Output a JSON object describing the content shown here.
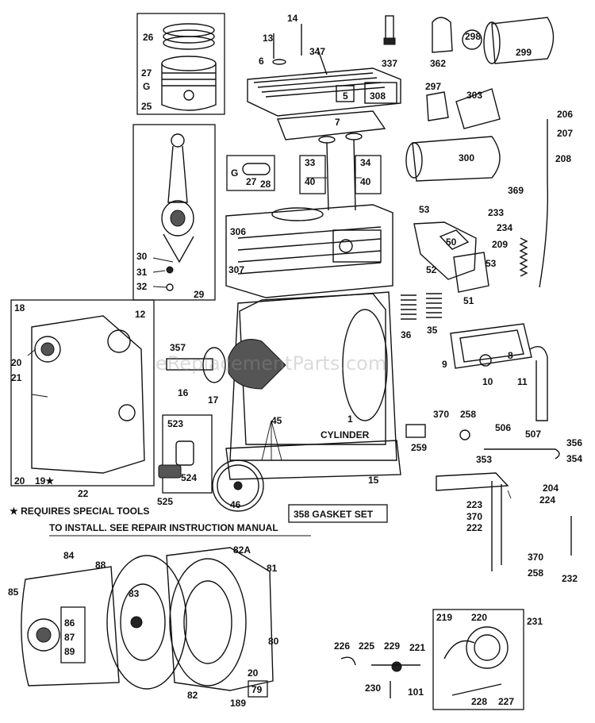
{
  "diagram": {
    "watermark": "eReplacementParts.com",
    "note_line1": "★ REQUIRES SPECIAL TOOLS",
    "note_line2": "TO INSTALL. SEE REPAIR INSTRUCTION MANUAL",
    "cylinder_label_num": "1",
    "cylinder_label_text": "CYLINDER",
    "gasket_set_label": "358 GASKET SET",
    "labels": {
      "p26": "26",
      "p27": "27",
      "pG1": "G",
      "p25": "25",
      "p14": "14",
      "p13": "13",
      "p347": "347",
      "p6": "6",
      "p337": "337",
      "p362": "362",
      "p298": "298",
      "p299": "299",
      "p5": "5",
      "p308": "308",
      "p7": "7",
      "p297": "297",
      "p303": "303",
      "p206": "206",
      "p207": "207",
      "p300": "300",
      "p208": "208",
      "pG2": "G",
      "p27b": "27",
      "p28": "28",
      "p33": "33",
      "p34": "34",
      "p40a": "40",
      "p40b": "40",
      "p369": "369",
      "p306": "306",
      "p307": "307",
      "p53a": "53",
      "p233": "233",
      "p234": "234",
      "p50": "50",
      "p209": "209",
      "p53b": "53",
      "p52": "52",
      "p51": "51",
      "p30": "30",
      "p31": "31",
      "p32": "32",
      "p29": "29",
      "p18": "18",
      "p12": "12",
      "p36": "36",
      "p35": "35",
      "p357": "357",
      "p20a": "20",
      "p21": "21",
      "p16": "16",
      "p17": "17",
      "p9": "9",
      "p8": "8",
      "p10": "10",
      "p11": "11",
      "p523": "523",
      "p524": "524",
      "p525": "525",
      "p370a": "370",
      "p258a": "258",
      "p259": "259",
      "p45": "45",
      "p506": "506",
      "p507": "507",
      "p356": "356",
      "p353": "353",
      "p354": "354",
      "p20b": "20",
      "p19": "19★",
      "p22": "22",
      "p15": "15",
      "p46": "46",
      "p204": "204",
      "p224": "224",
      "p223": "223",
      "p370b": "370",
      "p222": "222",
      "p84": "84",
      "p88": "88",
      "p82A": "82A",
      "p81": "81",
      "p85": "85",
      "p83": "83",
      "p86": "86",
      "p87": "87",
      "p89": "89",
      "p370c": "370",
      "p258b": "258",
      "p232": "232",
      "p80": "80",
      "p219": "219",
      "p220": "220",
      "p231": "231",
      "p226": "226",
      "p225": "225",
      "p229": "229",
      "p221": "221",
      "p230": "230",
      "p101": "101",
      "p20c": "20",
      "p82": "82",
      "p189": "189",
      "p79": "79",
      "p228": "228",
      "p227": "227"
    }
  }
}
